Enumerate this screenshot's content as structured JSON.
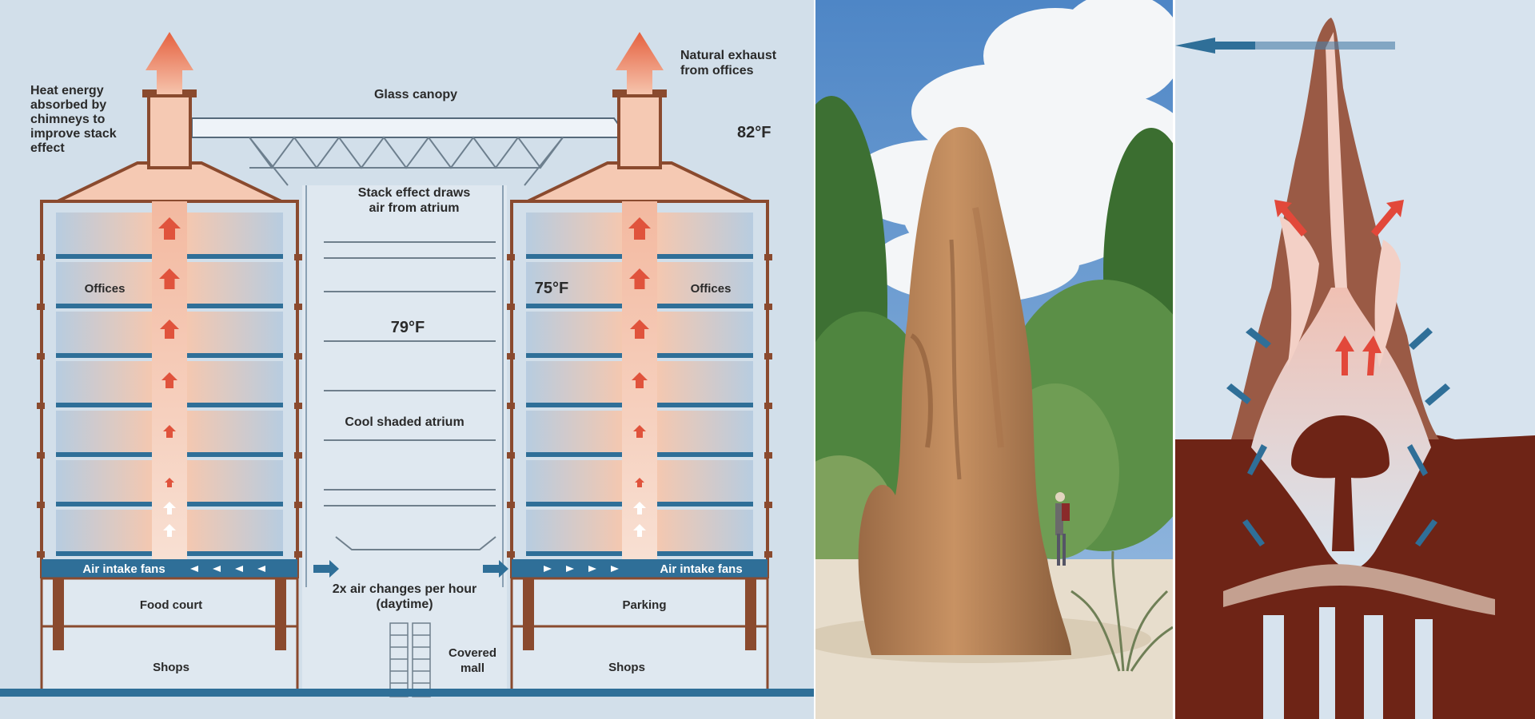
{
  "building_diagram": {
    "labels": {
      "heat_energy": [
        "Heat energy",
        "absorbed by",
        "chimneys to",
        "improve stack",
        "effect"
      ],
      "glass_canopy": "Glass canopy",
      "natural_exhaust": [
        "Natural exhaust",
        "from offices"
      ],
      "temp_outside": "82°F",
      "stack_effect": [
        "Stack effect draws",
        "air from atrium"
      ],
      "offices_left": "Offices",
      "offices_right": "Offices",
      "temp_offices": "75°F",
      "temp_atrium": "79°F",
      "cool_atrium": "Cool shaded atrium",
      "intake_left": "Air intake fans",
      "intake_right": "Air intake fans",
      "air_changes": [
        "2x air changes per hour",
        "(daytime)"
      ],
      "food_court": "Food court",
      "parking": "Parking",
      "shops_left": "Shops",
      "shops_right": "Shops",
      "covered_mall": [
        "Covered",
        "mall"
      ]
    },
    "colors": {
      "background": "#d2dfea",
      "structure": "#8a4a2e",
      "floor_slab": "#2f6f98",
      "warm_air": "#f5c9b3",
      "cool_air": "#b9cde0",
      "warm_arrow": "#e0533c",
      "cool_arrow": "#2f6f98"
    }
  },
  "photo": {
    "subject": "cathedral termite mound",
    "colors": {
      "sky": "#5d8fc9",
      "mound": "#b98252",
      "foliage": "#3f7a38",
      "ground": "#e6dccb"
    }
  },
  "mound_diagram": {
    "colors": {
      "background": "#d7e3ee",
      "earth": "#6e2416",
      "mound": "#9a5a45",
      "air": "#f3d0c6",
      "warm_arrow": "#e2483a",
      "cool_arrow": "#2f6f98"
    }
  }
}
